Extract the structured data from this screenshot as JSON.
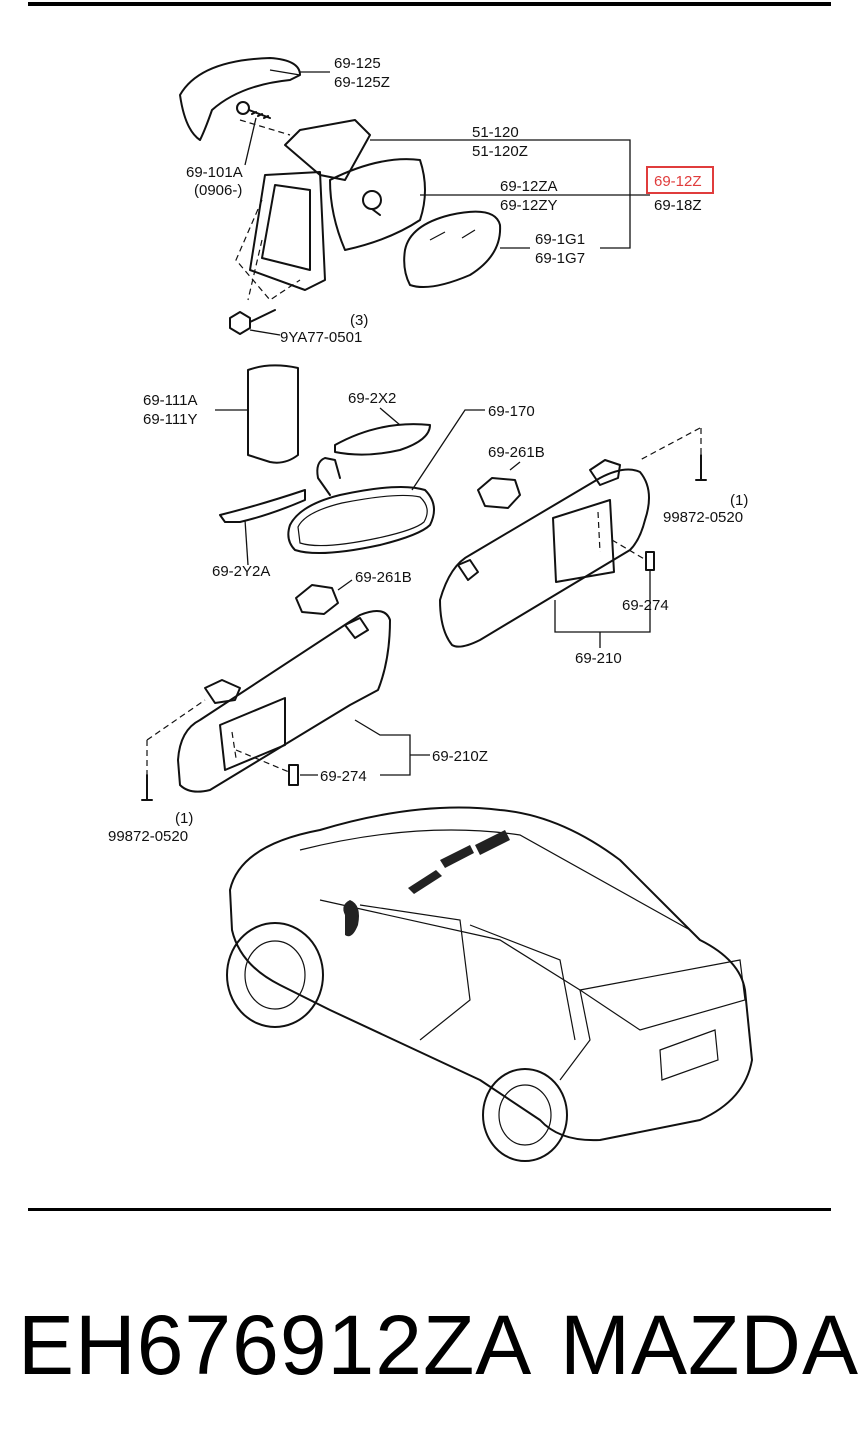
{
  "labels": {
    "l_69_125": "69-125",
    "l_69_125z": "69-125Z",
    "l_51_120": "51-120",
    "l_51_120z": "51-120Z",
    "l_69_101a": "69-101A",
    "l_0906": "(0906-)",
    "l_69_12za": "69-12ZA",
    "l_69_12zy": "69-12ZY",
    "l_69_12z": "69-12Z",
    "l_69_18z": "69-18Z",
    "l_69_1g1": "69-1G1",
    "l_69_1g7": "69-1G7",
    "l_qty3": "(3)",
    "l_9ya77": "9YA77-0501",
    "l_69_111a": "69-111A",
    "l_69_111y": "69-111Y",
    "l_69_2x2": "69-2X2",
    "l_69_170": "69-170",
    "l_69_261b_a": "69-261B",
    "l_qty1_a": "(1)",
    "l_99872_a": "99872-0520",
    "l_69_2y2a": "69-2Y2A",
    "l_69_261b_b": "69-261B",
    "l_69_274_a": "69-274",
    "l_69_210": "69-210",
    "l_69_210z": "69-210Z",
    "l_69_274_b": "69-274",
    "l_qty1_b": "(1)",
    "l_99872_b": "99872-0520"
  },
  "highlight": {
    "color": "#e03c3c"
  },
  "caption": {
    "part_number": "EH676912ZA",
    "brand": "MAZDA"
  }
}
